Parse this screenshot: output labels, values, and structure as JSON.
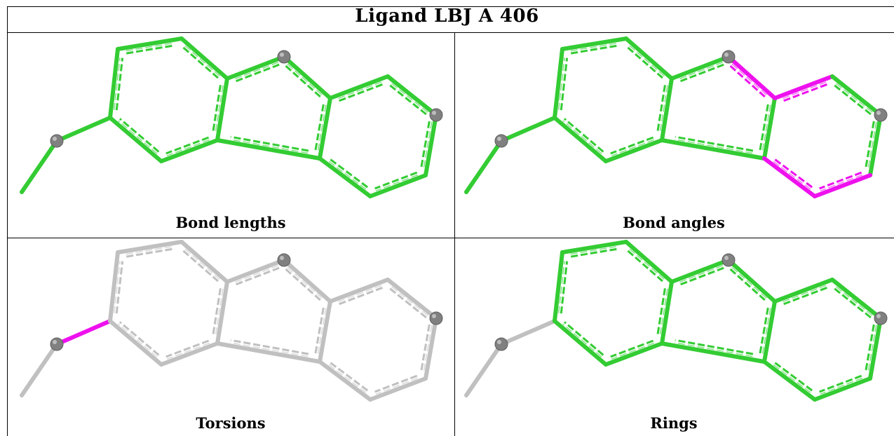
{
  "title": "Ligand LBJ A 406",
  "colors": {
    "green": "#33cc33",
    "magenta": "#ee11ee",
    "grey": "#c0c0c0",
    "atom": "#808080"
  },
  "panels": [
    {
      "caption": "Bond lengths",
      "mode": "bond-lengths"
    },
    {
      "caption": "Bond angles",
      "mode": "bond-angles"
    },
    {
      "caption": "Torsions",
      "mode": "torsions"
    },
    {
      "caption": "Rings",
      "mode": "rings"
    }
  ]
}
